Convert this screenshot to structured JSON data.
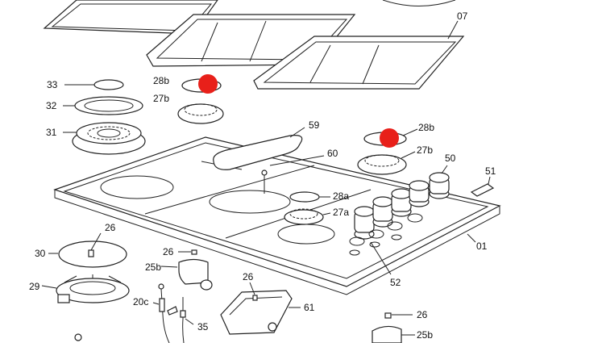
{
  "diagram": {
    "labels": {
      "l07": "07",
      "l33": "33",
      "l28b_left": "28b",
      "l32": "32",
      "l27b_left": "27b",
      "l31": "31",
      "l59": "59",
      "l28b_right": "28b",
      "l60": "60",
      "l27b_right": "27b",
      "l50": "50",
      "l51": "51",
      "l28a": "28a",
      "l27a": "27a",
      "l01": "01",
      "l52": "52",
      "l26_a": "26",
      "l30": "30",
      "l29": "29",
      "l26_b": "26",
      "l25b_a": "25b",
      "l26_c": "26",
      "l61": "61",
      "l20c": "20c",
      "l35": "35",
      "l26_d": "26",
      "l25b_b": "25b"
    },
    "hotspot_color": "#e8201a"
  }
}
